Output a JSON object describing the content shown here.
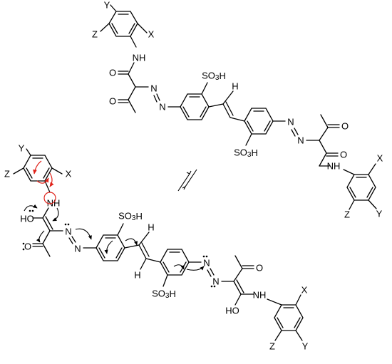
{
  "top_molecule": {
    "substituents": {
      "y": "Y",
      "z": "Z",
      "x": "X",
      "y2": "Y",
      "z2": "Z",
      "x2": "X"
    },
    "groups": {
      "nh": "NH",
      "o_amide": "O",
      "n1": "N",
      "n2": "N",
      "o_ketone": "O",
      "so3h": "SO3H",
      "h": "H",
      "so3h2": "SO3H",
      "n3": "N",
      "n4": "N",
      "o_ketone2": "O",
      "o_amide2": "O",
      "nh2": "NH"
    }
  },
  "bottom_molecule": {
    "substituents": {
      "y": "Y",
      "z": "Z",
      "x": "X",
      "x2": "X",
      "z2": "Z",
      "y2": "Y"
    },
    "groups": {
      "nh": "NH",
      "ho": "HO",
      "o": "O",
      "n1": "N",
      "n2": "N",
      "so3h": "SO3H",
      "h": "H",
      "h2": "H",
      "so3h2": "SO3H",
      "n3": "N",
      "n4": "N",
      "o2": "O",
      "ho2": "HO",
      "nh2": "NH"
    }
  },
  "equilibrium_symbol": "⇌"
}
